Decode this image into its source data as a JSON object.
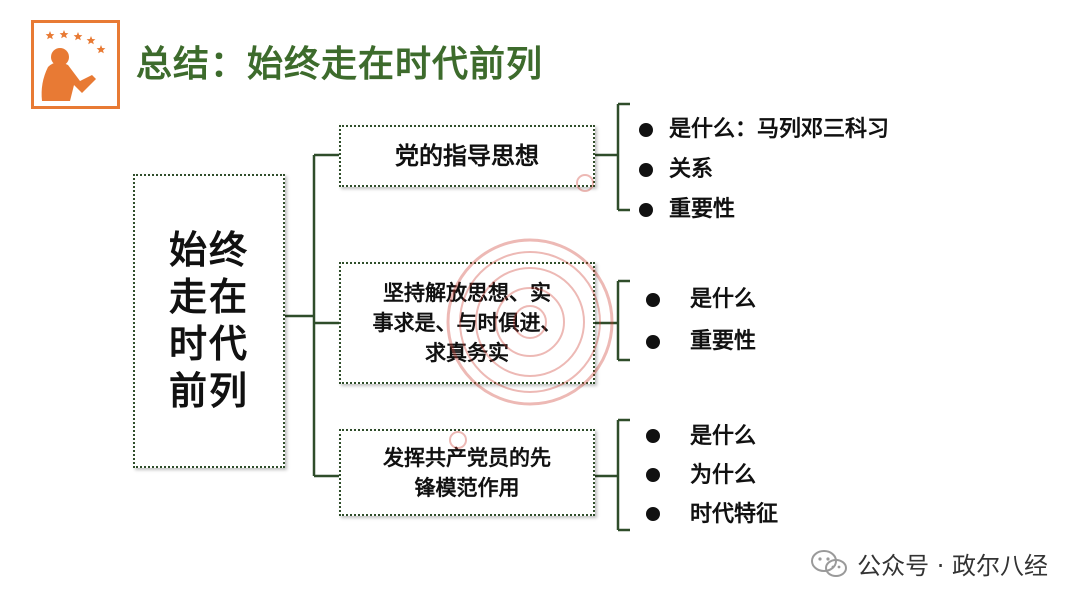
{
  "title": "总结：始终走在时代前列",
  "root": {
    "lines": [
      "始终",
      "走在",
      "时代",
      "前列"
    ]
  },
  "branches": [
    {
      "label": "党的指导思想",
      "items": [
        "是什么：马列邓三科习",
        "关系",
        "重要性"
      ]
    },
    {
      "label_lines": [
        "坚持解放思想、实",
        "事求是、与时俱进、",
        "求真务实"
      ],
      "items": [
        "是什么",
        "重要性"
      ]
    },
    {
      "label_lines": [
        "发挥共产党员的先",
        "锋模范作用"
      ],
      "items": [
        "是什么",
        "为什么",
        "时代特征"
      ]
    }
  ],
  "footer": {
    "account": "公众号 · 政尔八经",
    "icon": "wechat-icon"
  },
  "colors": {
    "title": "#3d6b2c",
    "box_border": "#2f4d2a",
    "connector": "#2f4d2a",
    "logo_accent": "#e87a34",
    "stamp": "#cc3a2e"
  }
}
